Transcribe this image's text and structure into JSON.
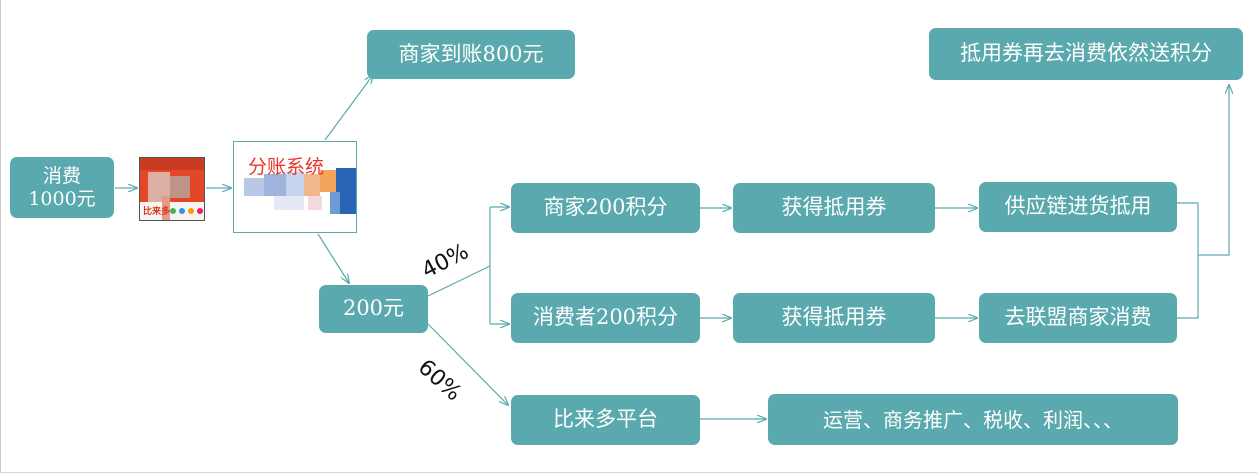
{
  "nodes": {
    "consume": {
      "line1": "消费",
      "line2": "1000元"
    },
    "merchant_receive": "商家到账800元",
    "voucher_again": "抵用券再去消费依然送积分",
    "split_system": "分账系统",
    "amount_200": "200元",
    "merchant_points": "商家200积分",
    "get_voucher_1": "获得抵用券",
    "supply_chain": "供应链进货抵用",
    "consumer_points": "消费者200积分",
    "get_voucher_2": "获得抵用券",
    "alliance_consume": "去联盟商家消费",
    "platform": "比来多平台",
    "operations": "运营、商务推广、税收、利润、、、"
  },
  "labels": {
    "pct_40": "40%",
    "pct_60": "60%"
  },
  "app_thumb": {
    "brand": "比来多"
  },
  "colors": {
    "box_fill": "#5aa9ae",
    "box_text": "#ffffff",
    "arrow": "#5aa9ae",
    "split_label": "#e8362a"
  }
}
